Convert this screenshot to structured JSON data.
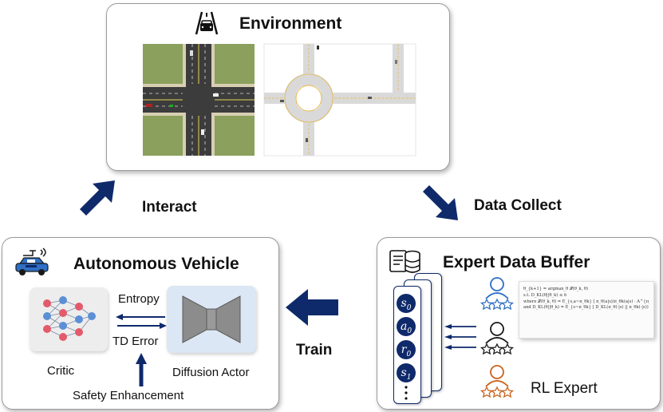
{
  "environment": {
    "title": "Environment"
  },
  "vehicle": {
    "title": "Autonomous Vehicle",
    "entropy": "Entropy",
    "td_error": "TD Error",
    "critic": "Critic",
    "actor": "Diffusion Actor",
    "safety": "Safety Enhancement"
  },
  "buffer": {
    "title": "Expert Data Buffer",
    "tokens": [
      "s",
      "a",
      "r",
      "s"
    ],
    "token_subs": [
      "0",
      "0",
      "0",
      "1"
    ],
    "expert_label": "RL Expert",
    "formula": [
      "θ_{k+1} = argmax_θ 𝓛(θ_k, θ)",
      "s.t.   D̄_KL(θ||θ_k) ≤ δ",
      "where  𝓛(θ_k, θ) = E_{s,a~π_θk} [ π_θ(a|s)/π_θk(a|s) · A^{π_θk}(s,a) ]",
      "and    D̄_KL(θ||θ_k) = E_{s~π_θk} [ D_KL(π_θ(·|s) || π_θk(·|s)) ]"
    ]
  },
  "arrows": {
    "interact": "Interact",
    "data_collect": "Data Collect",
    "train": "Train"
  },
  "colors": {
    "navy": "#0f2a6b",
    "expert_blue": "#2f6fc4",
    "expert_black": "#1a1a1a",
    "expert_orange": "#c8641e"
  }
}
